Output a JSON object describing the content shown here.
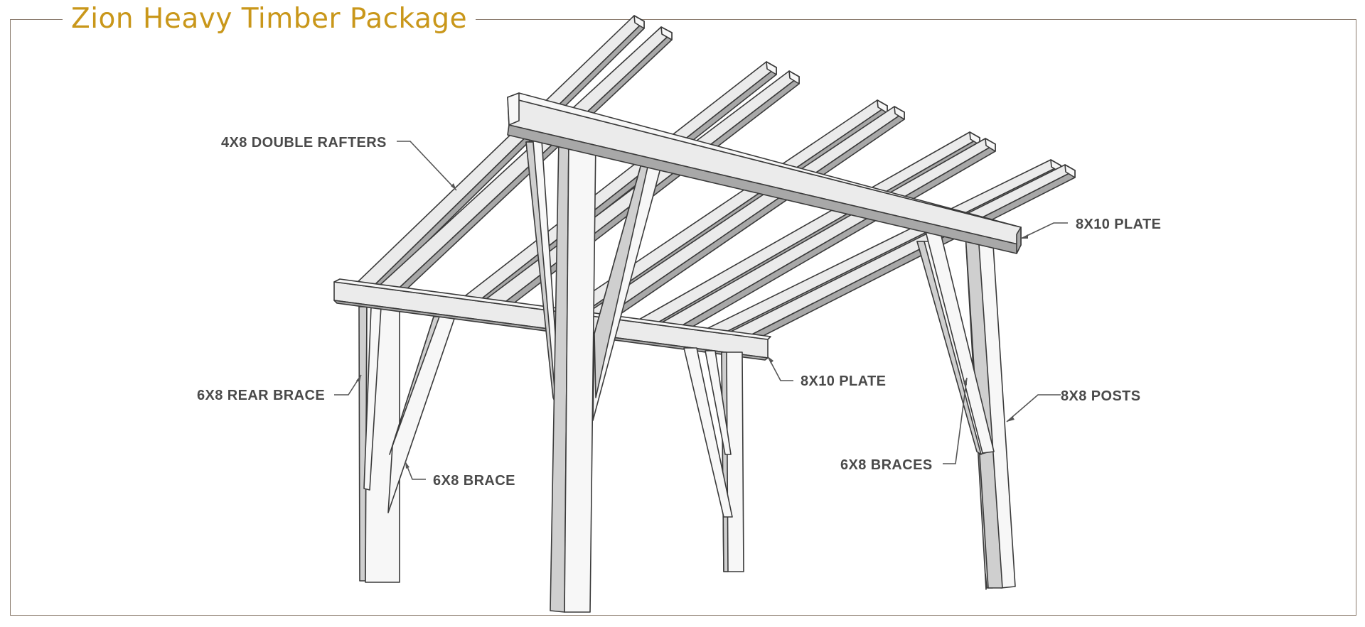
{
  "title": "Zion Heavy Timber Package",
  "accent_color": "#c9971a",
  "labels": {
    "double_rafters": "4X8 DOUBLE RAFTERS",
    "plate_right": "8X10 PLATE",
    "plate_front": "8X10 PLATE",
    "rear_brace": "6X8 REAR BRACE",
    "brace": "6X8 BRACE",
    "braces": "6X8 BRACES",
    "posts": "8X8 POSTS"
  }
}
